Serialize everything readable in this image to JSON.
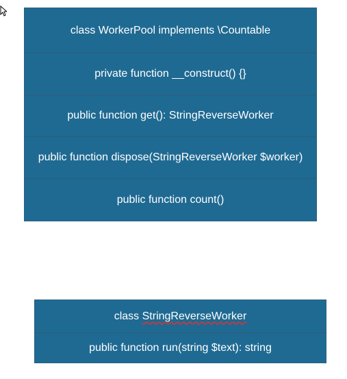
{
  "worker_pool_class": {
    "title": "class WorkerPool implements \\Countable",
    "members": [
      "private function __construct() {}",
      "public function get(): StringReverseWorker",
      "public function dispose(StringReverseWorker $worker)",
      "public function count()"
    ]
  },
  "string_reverse_worker_class": {
    "title_prefix": "class ",
    "title_name": "StringReverseWorker",
    "members": [
      "public function run(string $text): string"
    ]
  }
}
